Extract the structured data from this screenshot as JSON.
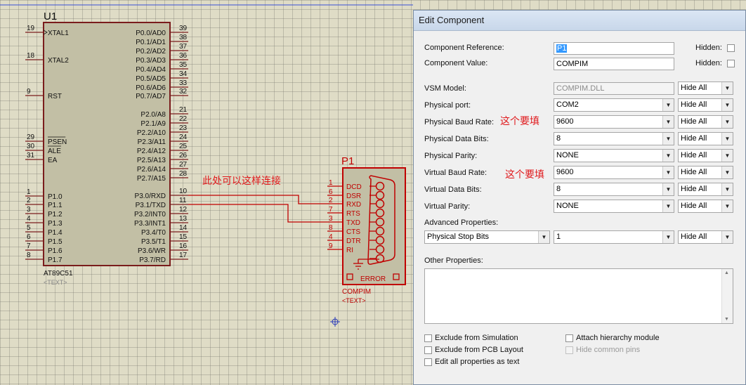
{
  "schematic": {
    "u1": {
      "ref": "U1",
      "part": "AT89C51",
      "text": "<TEXT>",
      "left_pins": [
        {
          "num": "19",
          "name": "XTAL1"
        },
        {
          "num": "18",
          "name": "XTAL2"
        },
        {
          "num": "9",
          "name": "RST"
        },
        {
          "num": "29",
          "name": "PSEN"
        },
        {
          "num": "30",
          "name": "ALE"
        },
        {
          "num": "31",
          "name": "EA"
        },
        {
          "num": "1",
          "name": "P1.0"
        },
        {
          "num": "2",
          "name": "P1.1"
        },
        {
          "num": "3",
          "name": "P1.2"
        },
        {
          "num": "4",
          "name": "P1.3"
        },
        {
          "num": "5",
          "name": "P1.4"
        },
        {
          "num": "6",
          "name": "P1.5"
        },
        {
          "num": "7",
          "name": "P1.6"
        },
        {
          "num": "8",
          "name": "P1.7"
        }
      ],
      "right_pins": [
        {
          "num": "39",
          "name": "P0.0/AD0"
        },
        {
          "num": "38",
          "name": "P0.1/AD1"
        },
        {
          "num": "37",
          "name": "P0.2/AD2"
        },
        {
          "num": "36",
          "name": "P0.3/AD3"
        },
        {
          "num": "35",
          "name": "P0.4/AD4"
        },
        {
          "num": "34",
          "name": "P0.5/AD5"
        },
        {
          "num": "33",
          "name": "P0.6/AD6"
        },
        {
          "num": "32",
          "name": "P0.7/AD7"
        },
        {
          "num": "21",
          "name": "P2.0/A8"
        },
        {
          "num": "22",
          "name": "P2.1/A9"
        },
        {
          "num": "23",
          "name": "P2.2/A10"
        },
        {
          "num": "24",
          "name": "P2.3/A11"
        },
        {
          "num": "25",
          "name": "P2.4/A12"
        },
        {
          "num": "26",
          "name": "P2.5/A13"
        },
        {
          "num": "27",
          "name": "P2.6/A14"
        },
        {
          "num": "28",
          "name": "P2.7/A15"
        },
        {
          "num": "10",
          "name": "P3.0/RXD"
        },
        {
          "num": "11",
          "name": "P3.1/TXD"
        },
        {
          "num": "12",
          "name": "P3.2/INT0"
        },
        {
          "num": "13",
          "name": "P3.3/INT1"
        },
        {
          "num": "14",
          "name": "P3.4/T0"
        },
        {
          "num": "15",
          "name": "P3.5/T1"
        },
        {
          "num": "16",
          "name": "P3.6/WR"
        },
        {
          "num": "17",
          "name": "P3.7/RD"
        }
      ]
    },
    "p1": {
      "ref": "P1",
      "part": "COMPIM",
      "text": "<TEXT>",
      "error_label": "ERROR",
      "pins": [
        {
          "num": "1",
          "name": "DCD"
        },
        {
          "num": "6",
          "name": "DSR"
        },
        {
          "num": "2",
          "name": "RXD"
        },
        {
          "num": "7",
          "name": "RTS"
        },
        {
          "num": "3",
          "name": "TXD"
        },
        {
          "num": "8",
          "name": "CTS"
        },
        {
          "num": "4",
          "name": "DTR"
        },
        {
          "num": "9",
          "name": "RI"
        }
      ]
    },
    "annotations": {
      "connect_note": "此处可以这样连接",
      "fill_note_1": "这个要填",
      "fill_note_2": "这个要填"
    }
  },
  "dialog": {
    "title": "Edit Component",
    "component_reference": {
      "label": "Component Reference:",
      "value": "P1",
      "hidden_label": "Hidden:"
    },
    "component_value": {
      "label": "Component Value:",
      "value": "COMPIM",
      "hidden_label": "Hidden:"
    },
    "properties": [
      {
        "key": "vsm_model",
        "label": "VSM Model:",
        "value": "COMPIM.DLL",
        "kind": "text-readonly",
        "visibility": "Hide All"
      },
      {
        "key": "physical_port",
        "label": "Physical port:",
        "value": "COM2",
        "kind": "combo",
        "visibility": "Hide All"
      },
      {
        "key": "physical_baud_rate",
        "label": "Physical Baud Rate:",
        "value": "9600",
        "kind": "combo",
        "visibility": "Hide All"
      },
      {
        "key": "physical_data_bits",
        "label": "Physical Data Bits:",
        "value": "8",
        "kind": "combo",
        "visibility": "Hide All"
      },
      {
        "key": "physical_parity",
        "label": "Physical Parity:",
        "value": "NONE",
        "kind": "combo",
        "visibility": "Hide All"
      },
      {
        "key": "virtual_baud_rate",
        "label": "Virtual Baud Rate:",
        "value": "9600",
        "kind": "combo",
        "visibility": "Hide All"
      },
      {
        "key": "virtual_data_bits",
        "label": "Virtual Data Bits:",
        "value": "8",
        "kind": "combo",
        "visibility": "Hide All"
      },
      {
        "key": "virtual_parity",
        "label": "Virtual Parity:",
        "value": "NONE",
        "kind": "combo",
        "visibility": "Hide All"
      }
    ],
    "advanced": {
      "label": "Advanced Properties:",
      "property": "Physical Stop Bits",
      "value": "1",
      "visibility": "Hide All"
    },
    "other_properties_label": "Other Properties:",
    "checkboxes": [
      {
        "key": "exclude_sim",
        "label": "Exclude from Simulation",
        "checked": false,
        "enabled": true
      },
      {
        "key": "exclude_pcb",
        "label": "Exclude from PCB Layout",
        "checked": false,
        "enabled": true
      },
      {
        "key": "edit_all",
        "label": "Edit all properties as text",
        "checked": false,
        "enabled": true
      },
      {
        "key": "attach_hier",
        "label": "Attach hierarchy module",
        "checked": false,
        "enabled": true
      },
      {
        "key": "hide_common",
        "label": "Hide common pins",
        "checked": false,
        "enabled": false
      }
    ]
  }
}
